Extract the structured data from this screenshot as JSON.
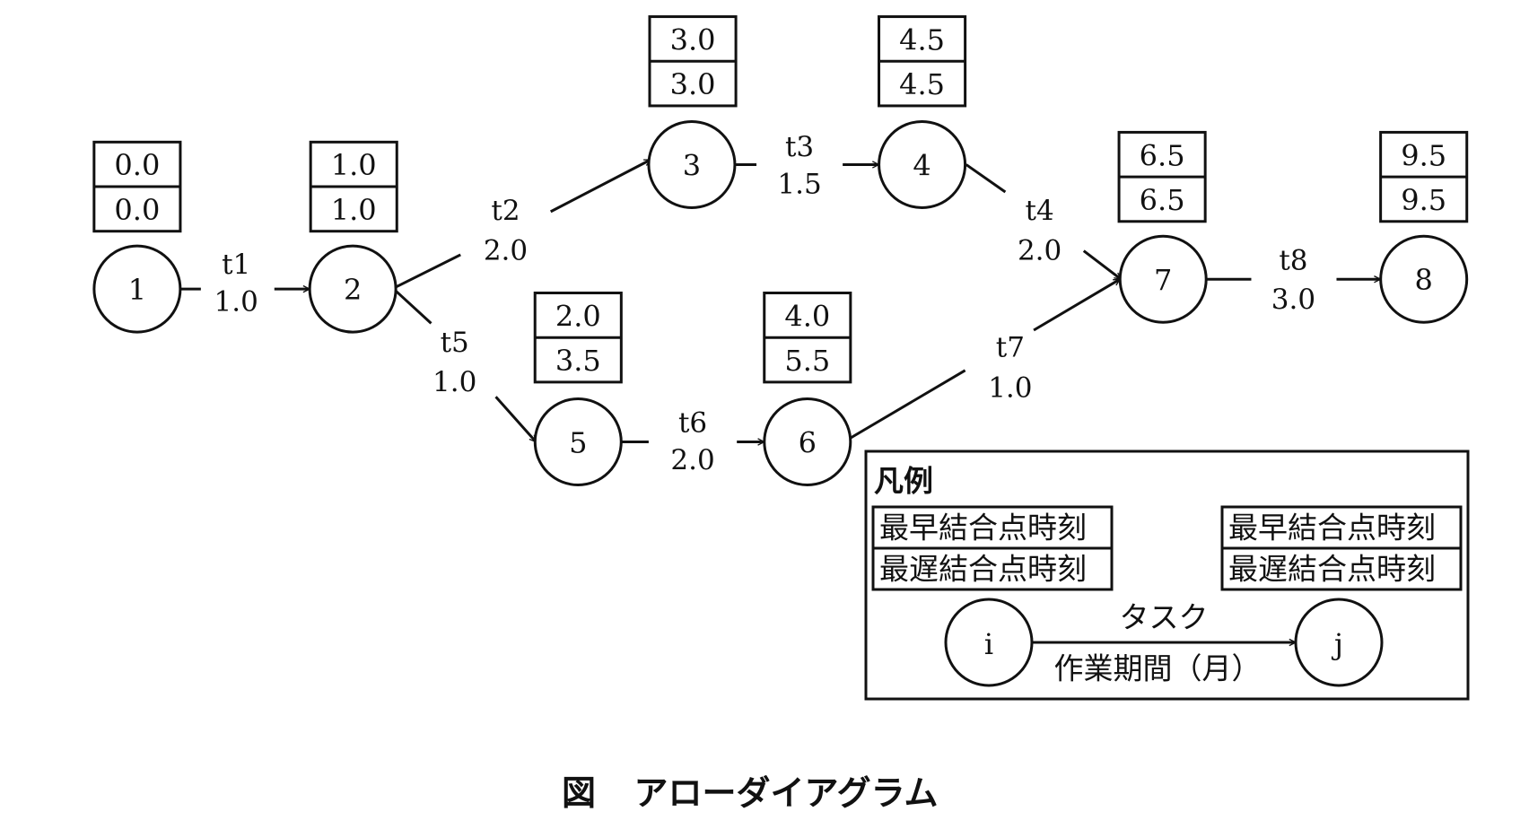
{
  "figure": {
    "caption_prefix": "図",
    "caption_title": "アローダイアグラム"
  },
  "nodes": [
    {
      "id": "1",
      "earliest": "0.0",
      "latest": "0.0"
    },
    {
      "id": "2",
      "earliest": "1.0",
      "latest": "1.0"
    },
    {
      "id": "3",
      "earliest": "3.0",
      "latest": "3.0"
    },
    {
      "id": "4",
      "earliest": "4.5",
      "latest": "4.5"
    },
    {
      "id": "5",
      "earliest": "2.0",
      "latest": "3.5"
    },
    {
      "id": "6",
      "earliest": "4.0",
      "latest": "5.5"
    },
    {
      "id": "7",
      "earliest": "6.5",
      "latest": "6.5"
    },
    {
      "id": "8",
      "earliest": "9.5",
      "latest": "9.5"
    }
  ],
  "tasks": [
    {
      "name": "t1",
      "duration": "1.0",
      "from": "1",
      "to": "2"
    },
    {
      "name": "t2",
      "duration": "2.0",
      "from": "2",
      "to": "3"
    },
    {
      "name": "t3",
      "duration": "1.5",
      "from": "3",
      "to": "4"
    },
    {
      "name": "t4",
      "duration": "2.0",
      "from": "4",
      "to": "7"
    },
    {
      "name": "t5",
      "duration": "1.0",
      "from": "2",
      "to": "5"
    },
    {
      "name": "t6",
      "duration": "2.0",
      "from": "5",
      "to": "6"
    },
    {
      "name": "t7",
      "duration": "1.0",
      "from": "6",
      "to": "7"
    },
    {
      "name": "t8",
      "duration": "3.0",
      "from": "7",
      "to": "8"
    }
  ],
  "legend": {
    "title": "凡例",
    "earliest_label": "最早結合点時刻",
    "latest_label": "最遅結合点時刻",
    "from_node": "i",
    "to_node": "j",
    "task_label": "タスク",
    "duration_label": "作業期間（月）"
  }
}
